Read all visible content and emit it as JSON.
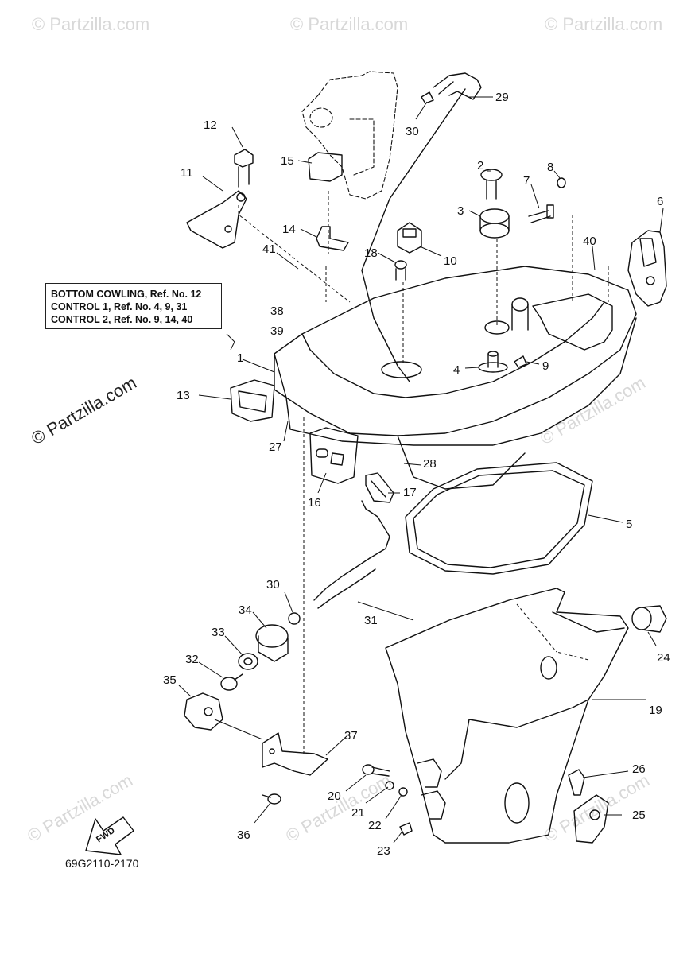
{
  "legend": {
    "line1": "BOTTOM COWLING, Ref. No. 12",
    "line2": "CONTROL 1, Ref. No. 4, 9, 31",
    "line3": "CONTROL 2, Ref. No. 9, 14, 40"
  },
  "diagram_code": "69G2110-2170",
  "fwd_label": "FWD",
  "watermark": "© Partzilla.com",
  "callouts": [
    "1",
    "2",
    "3",
    "4",
    "5",
    "6",
    "7",
    "8",
    "9",
    "10",
    "11",
    "12",
    "13",
    "14",
    "15",
    "16",
    "17",
    "18",
    "19",
    "20",
    "21",
    "22",
    "23",
    "24",
    "25",
    "26",
    "27",
    "28",
    "29",
    "30",
    "30",
    "31",
    "32",
    "33",
    "34",
    "35",
    "36",
    "37",
    "38",
    "39",
    "40",
    "41"
  ]
}
